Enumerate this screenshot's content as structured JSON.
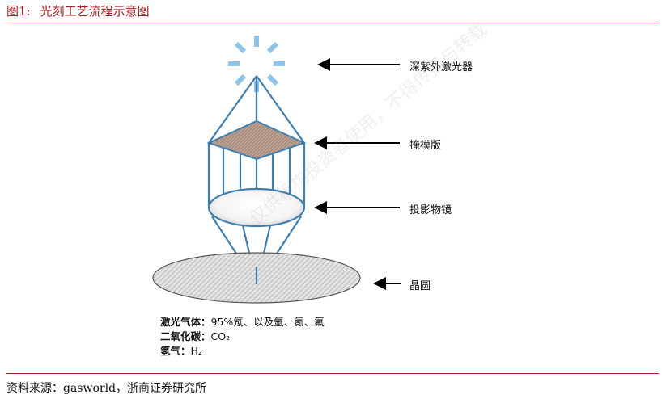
{
  "figure": {
    "number": "图1:",
    "title": "光刻工艺流程示意图"
  },
  "labels": {
    "laser": "深紫外激光器",
    "mask": "掩模版",
    "lens": "投影物镜",
    "wafer": "晶圆"
  },
  "gases": [
    {
      "key": "激光气体：",
      "value": "95%氖、以及氩、氪、氟"
    },
    {
      "key": "二氧化碳：",
      "value": "CO₂"
    },
    {
      "key": "氢气：",
      "value": "H₂"
    }
  ],
  "source": "资料来源：gasworld，浙商证券研究所",
  "watermark": "仅供机构投资者使用，不得传播与转载",
  "colors": {
    "accent": "#a52023",
    "beam": "#3f7fb0",
    "laser_rays": "#8fc3e9",
    "mask": "#a98f80",
    "wafer": "#d6d6d6"
  }
}
